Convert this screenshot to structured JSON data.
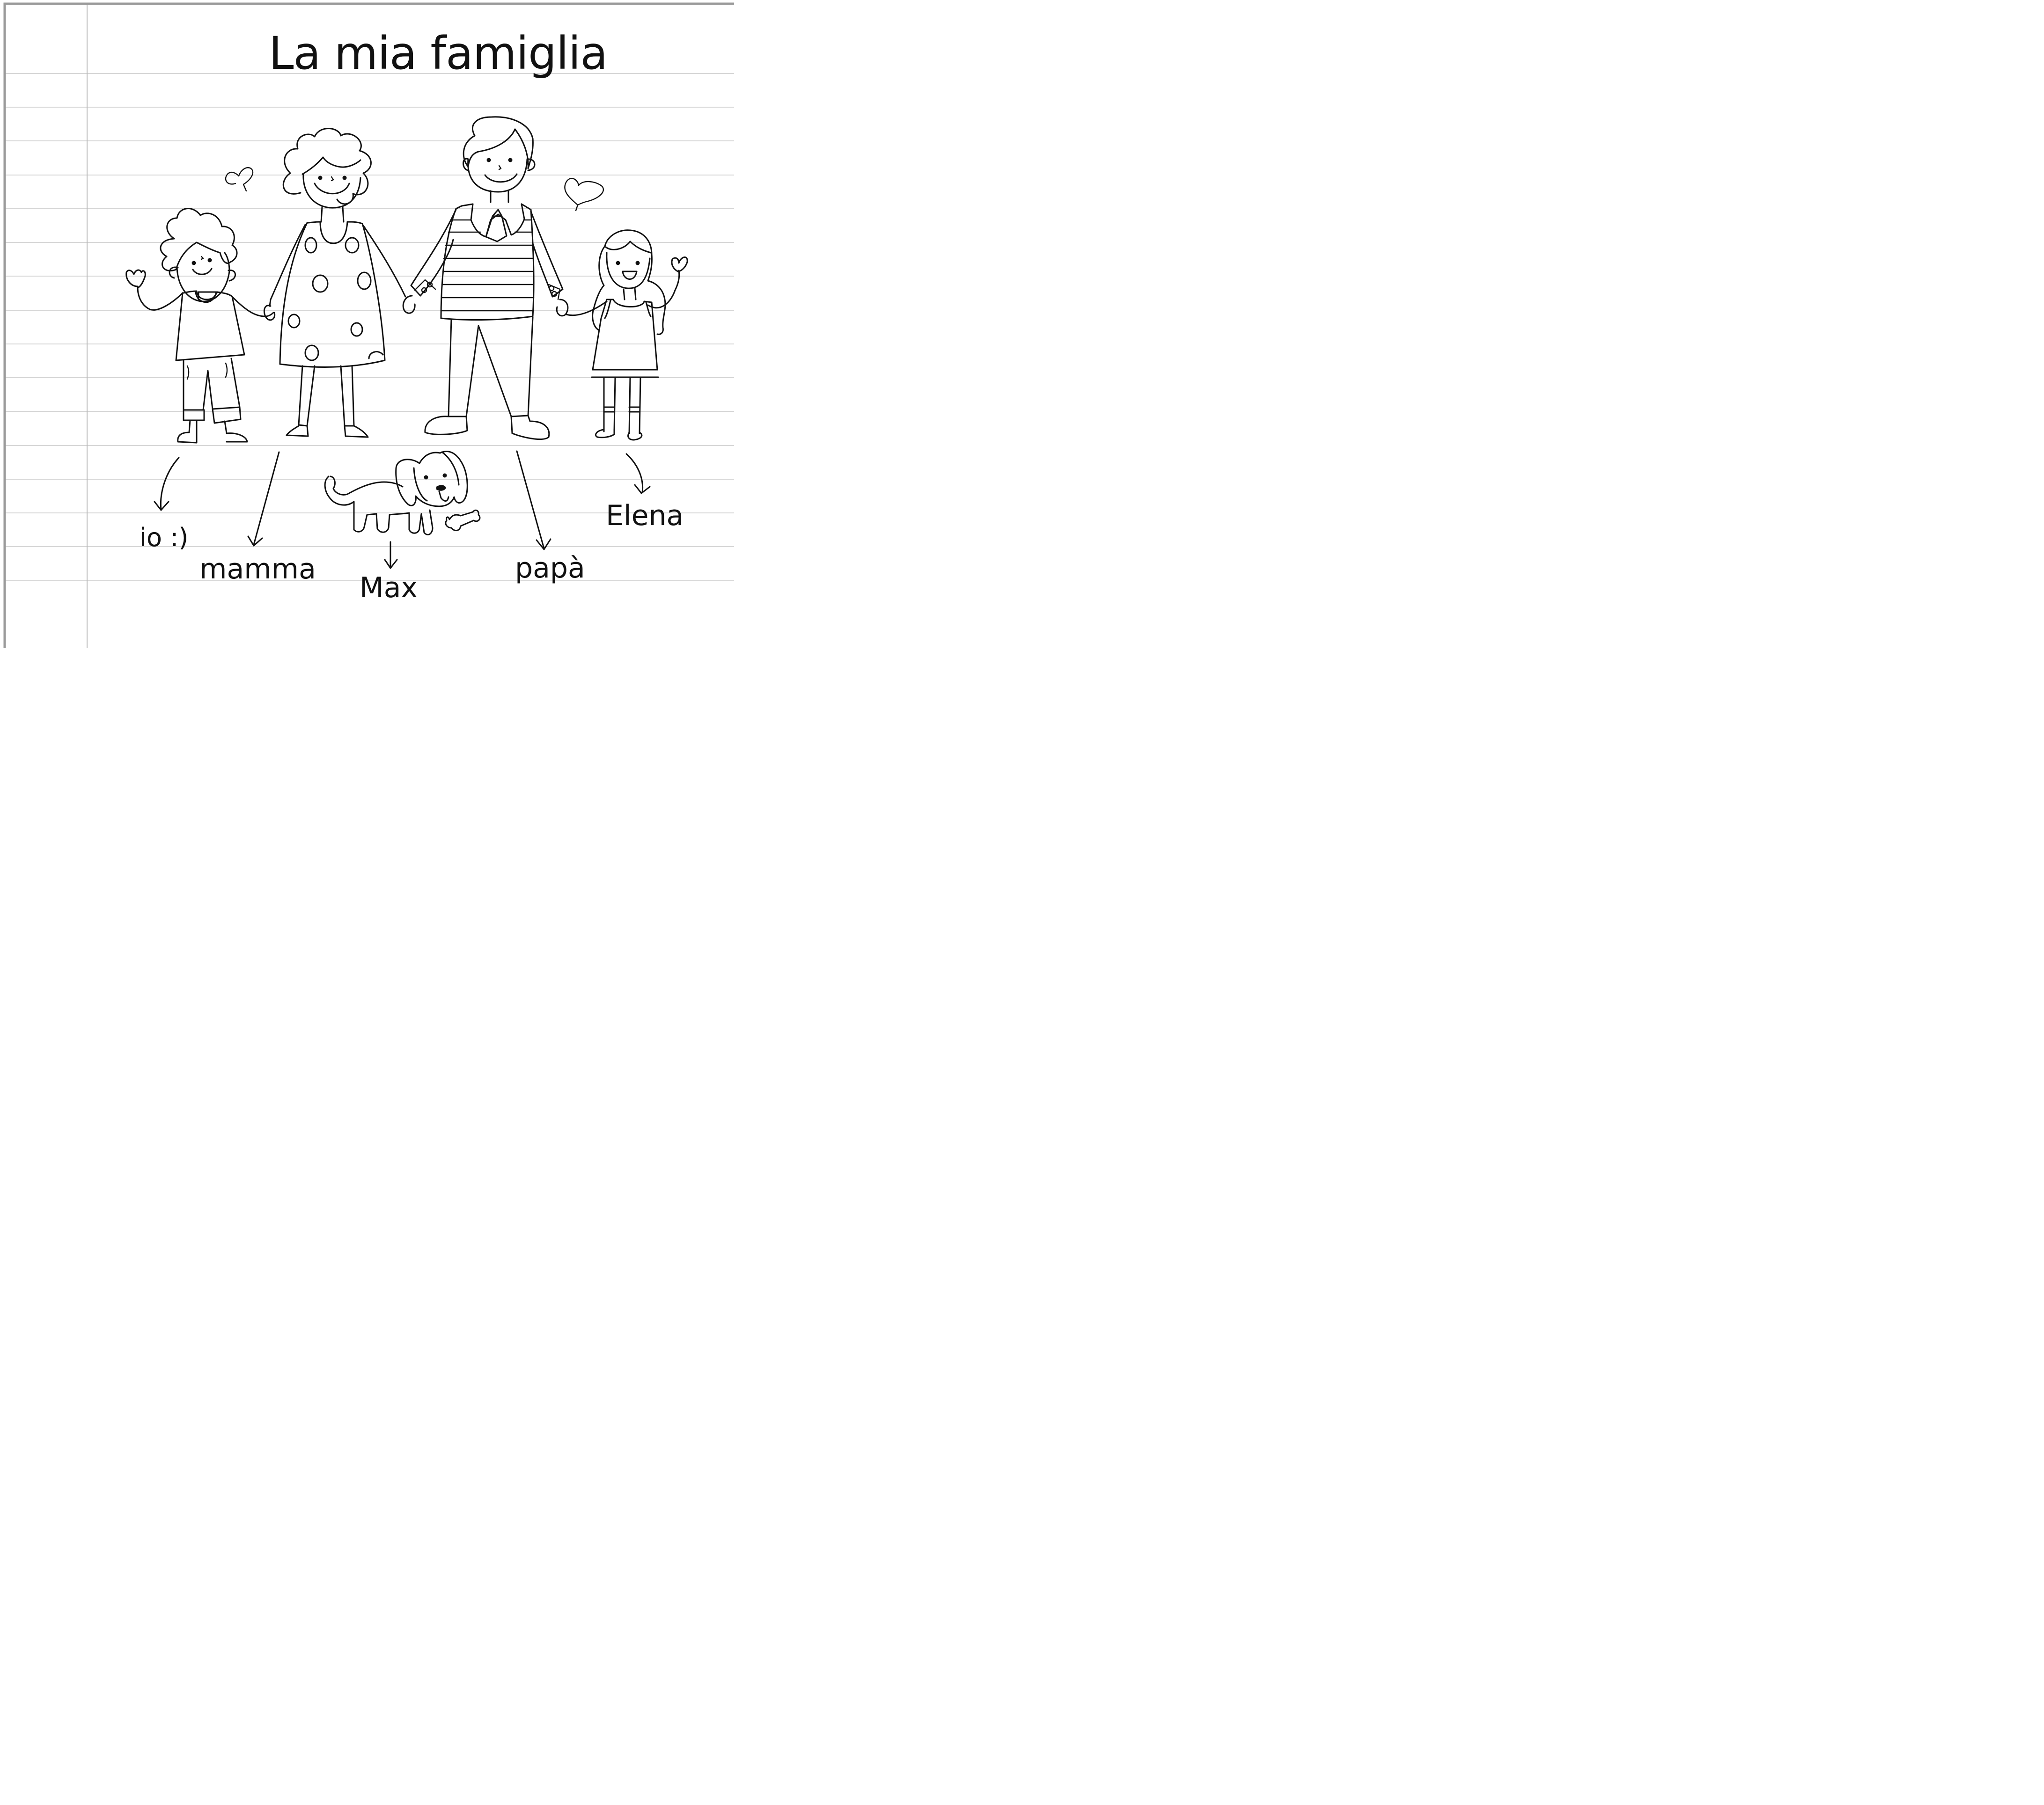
{
  "title": "La mia famiglia",
  "labels": {
    "me": "io :)",
    "mother": "mamma",
    "dog": "Max",
    "father": "papà",
    "sister": "Elena"
  },
  "colors": {
    "ink": "#111111",
    "paper": "#ffffff",
    "rule": "#c8c8c8",
    "border": "#9a9a9a"
  }
}
